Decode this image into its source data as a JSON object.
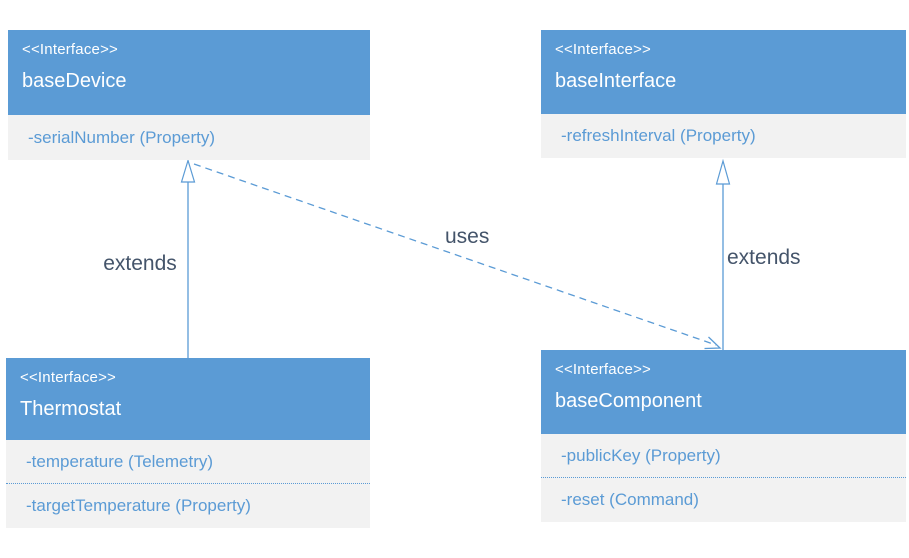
{
  "diagram": {
    "colors": {
      "accent_blue": "#5b9bd5",
      "member_background": "#f2f2f2",
      "header_text": "#ffffff",
      "edge_label_text": "#44546a",
      "canvas_background": "#ffffff"
    },
    "nodes": [
      {
        "id": "baseDevice",
        "stereotype": "<<Interface>>",
        "name": "baseDevice",
        "members": [
          "-serialNumber (Property)"
        ]
      },
      {
        "id": "baseInterface",
        "stereotype": "<<Interface>>",
        "name": "baseInterface",
        "members": [
          "-refreshInterval (Property)"
        ]
      },
      {
        "id": "Thermostat",
        "stereotype": "<<Interface>>",
        "name": "Thermostat",
        "members": [
          "-temperature (Telemetry)",
          "-targetTemperature (Property)"
        ]
      },
      {
        "id": "baseComponent",
        "stereotype": "<<Interface>>",
        "name": "baseComponent",
        "members": [
          "-publicKey (Property)",
          "-reset (Command)"
        ]
      }
    ],
    "edges": [
      {
        "label": "extends",
        "type": "inheritance-solid-hollow-triangle",
        "from": "Thermostat",
        "to": "baseDevice"
      },
      {
        "label": "extends",
        "type": "inheritance-solid-hollow-triangle",
        "from": "baseComponent",
        "to": "baseInterface"
      },
      {
        "label": "uses",
        "type": "dependency-dashed-open-arrow",
        "from": "baseDevice",
        "to": "baseComponent"
      }
    ]
  }
}
